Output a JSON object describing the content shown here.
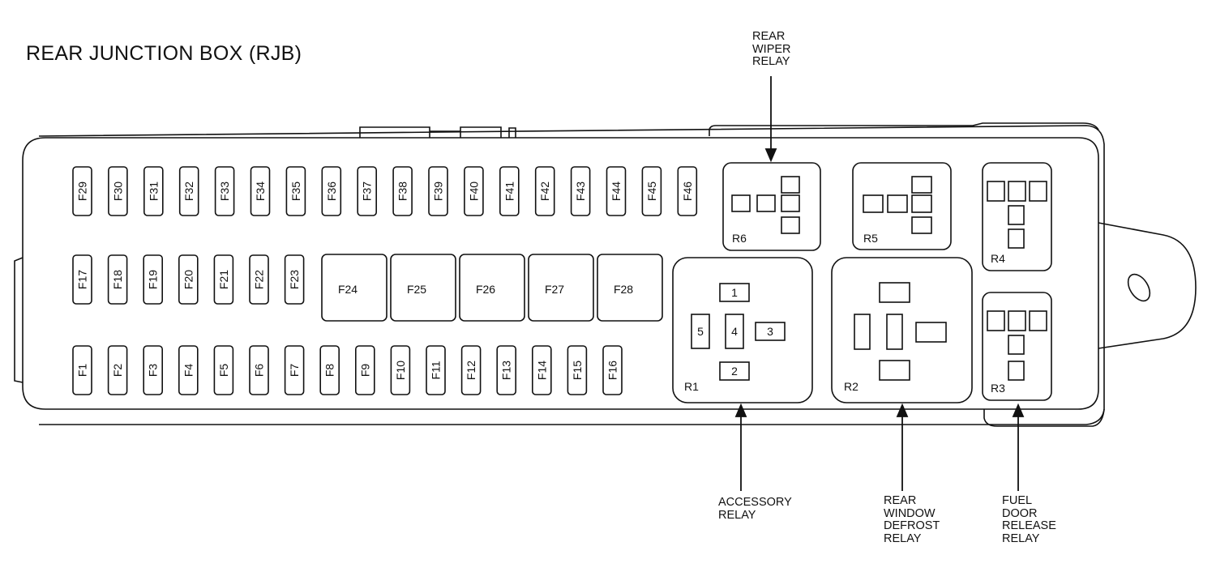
{
  "title": "REAR JUNCTION BOX (RJB)",
  "fuses_top": [
    "F29",
    "F30",
    "F31",
    "F32",
    "F33",
    "F34",
    "F35",
    "F36",
    "F37",
    "F38",
    "F39",
    "F40",
    "F41",
    "F42",
    "F43",
    "F44",
    "F45",
    "F46"
  ],
  "fuses_mid": [
    "F17",
    "F18",
    "F19",
    "F20",
    "F21",
    "F22",
    "F23"
  ],
  "fuses_large": [
    "F24",
    "F25",
    "F26",
    "F27",
    "F28"
  ],
  "fuses_bottom": [
    "F1",
    "F2",
    "F3",
    "F4",
    "F5",
    "F6",
    "F7",
    "F8",
    "F9",
    "F10",
    "F11",
    "F12",
    "F13",
    "F14",
    "F15",
    "F16"
  ],
  "relays": {
    "r1": "R1",
    "r2": "R2",
    "r3": "R3",
    "r4": "R4",
    "r5": "R5",
    "r6": "R6",
    "r1_pins": [
      "1",
      "2",
      "3",
      "4",
      "5"
    ]
  },
  "callouts": {
    "rear_wiper": "REAR\nWIPER\nRELAY",
    "accessory": "ACCESSORY\nRELAY",
    "rear_window_defrost": "REAR\nWINDOW\nDEFROST\nRELAY",
    "fuel_door_release": "FUEL\nDOOR\nRELEASE\nRELAY"
  }
}
